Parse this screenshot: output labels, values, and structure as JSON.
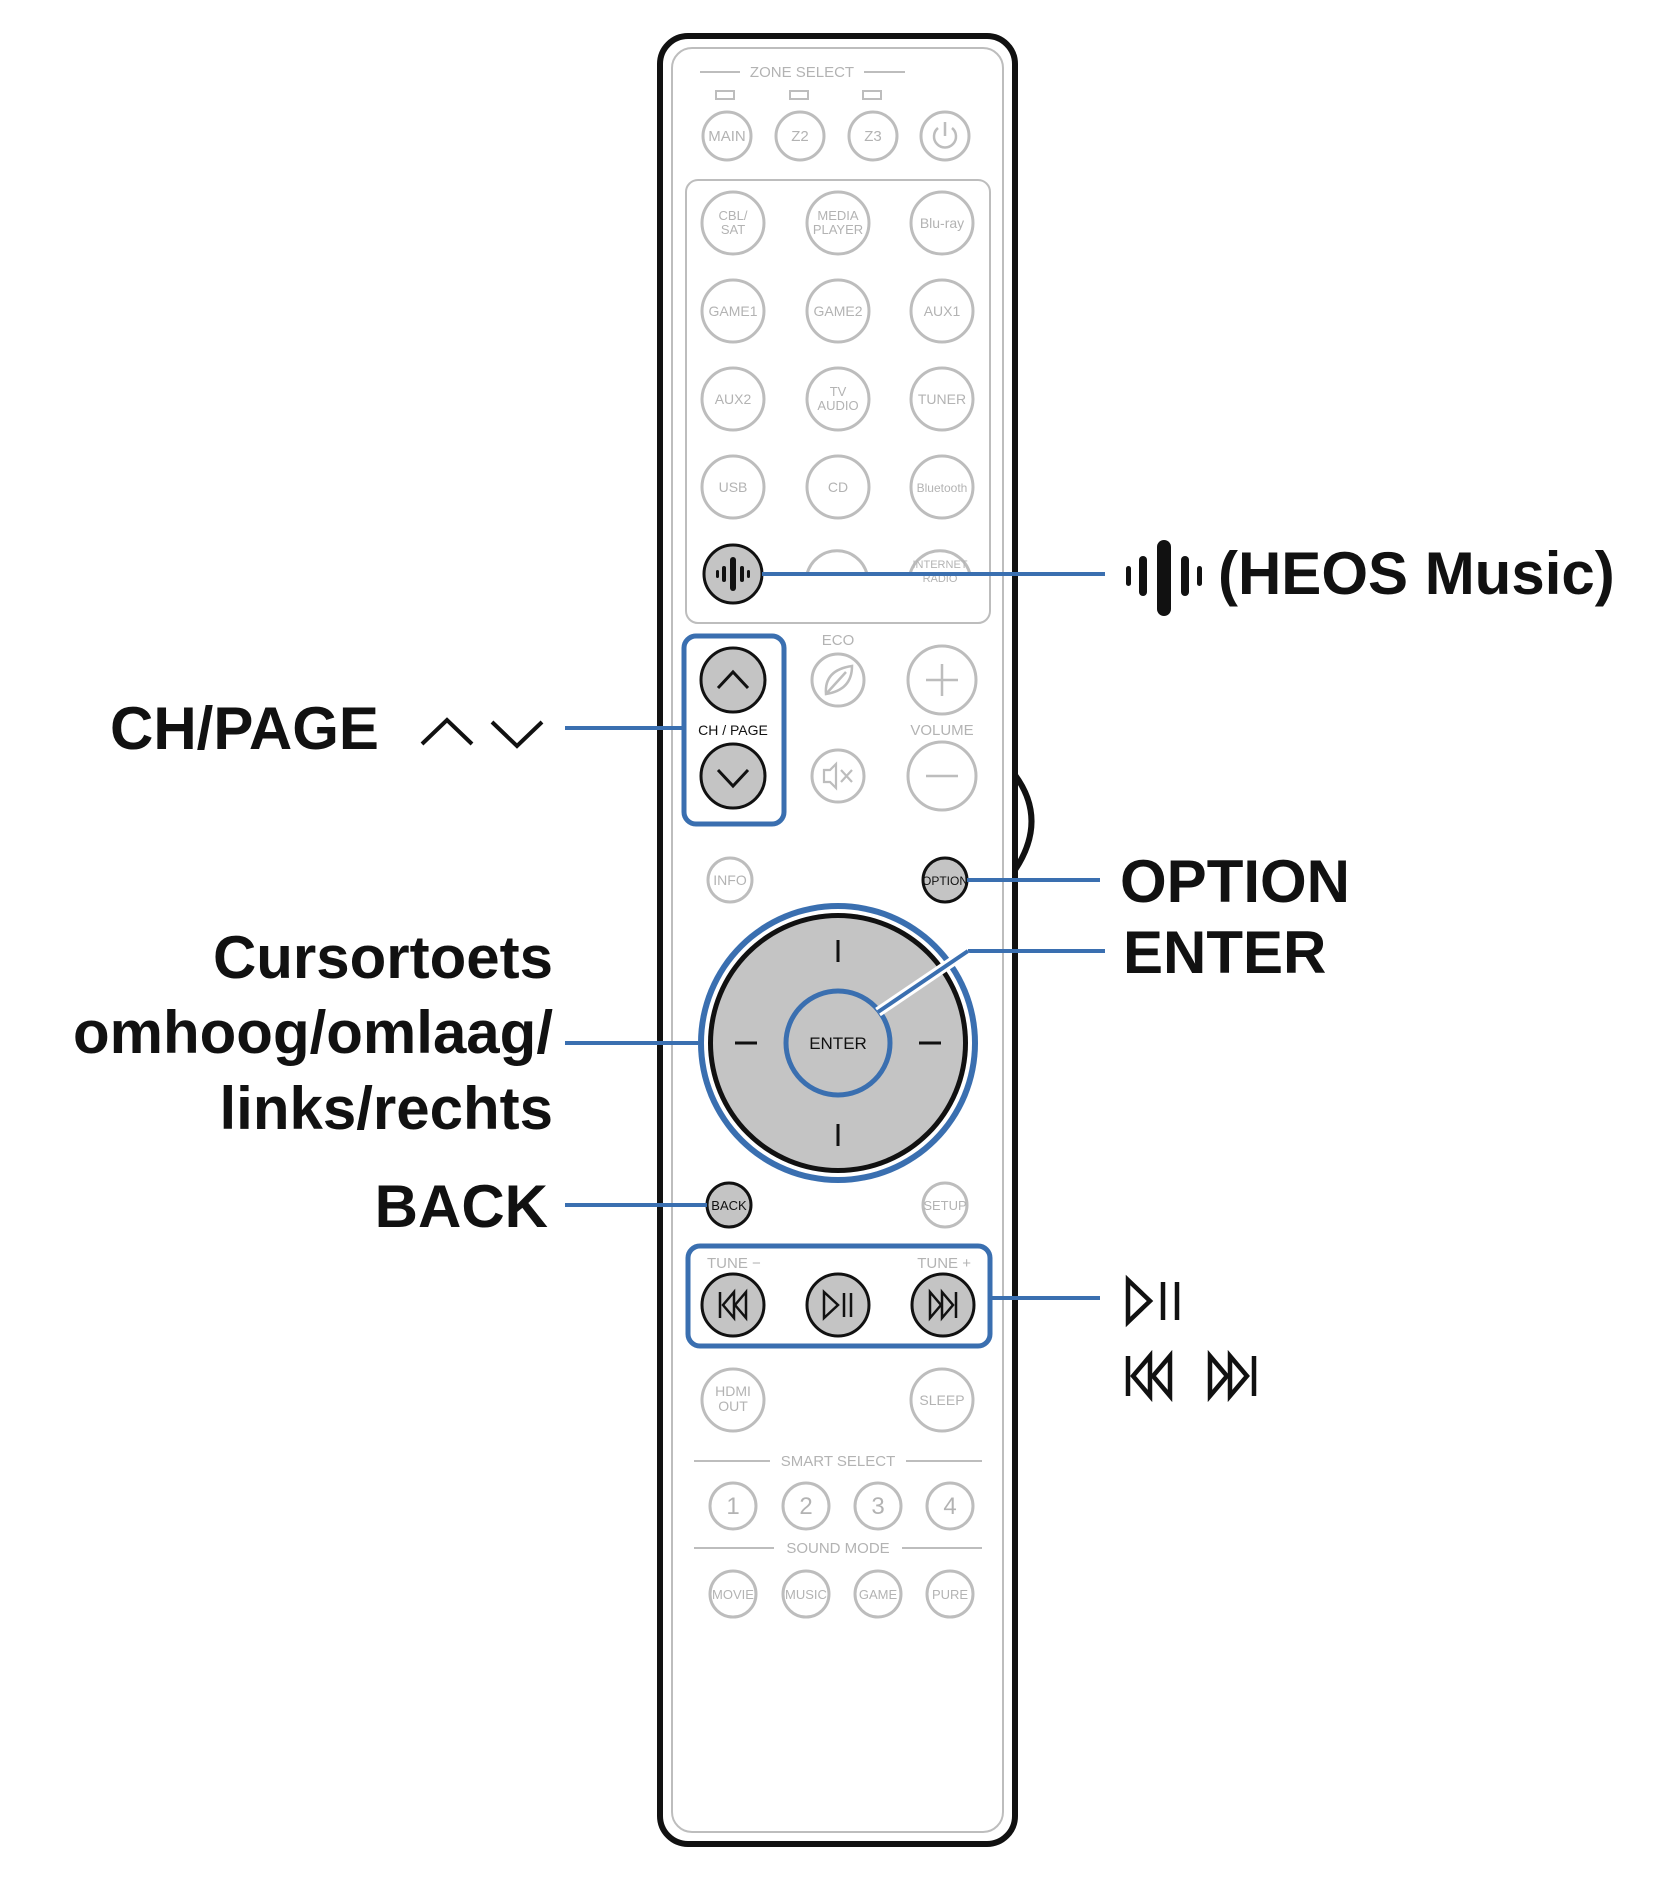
{
  "remote": {
    "zone_select": "ZONE SELECT",
    "zone_buttons": [
      "MAIN",
      "Z2",
      "Z3"
    ],
    "source_rows": [
      [
        [
          "CBL/",
          "SAT"
        ],
        [
          "MEDIA",
          "PLAYER"
        ],
        [
          "Blu-ray"
        ]
      ],
      [
        [
          "GAME1"
        ],
        [
          "GAME2"
        ],
        [
          "AUX1"
        ]
      ],
      [
        [
          "AUX2"
        ],
        [
          "TV",
          "AUDIO"
        ],
        [
          "TUNER"
        ]
      ],
      [
        [
          "USB"
        ],
        [
          "CD"
        ],
        [
          "Bluetooth"
        ]
      ]
    ],
    "internet_radio": [
      "INTERNET",
      "RADIO"
    ],
    "eco": "ECO",
    "volume": "VOLUME",
    "ch_page": "CH / PAGE",
    "info": "INFO",
    "option": "OPTION",
    "enter": "ENTER",
    "back": "BACK",
    "setup": "SETUP",
    "tune_minus": "TUNE −",
    "tune_plus": "TUNE +",
    "hdmi_out": [
      "HDMI",
      "OUT"
    ],
    "sleep": "SLEEP",
    "smart_select": "SMART SELECT",
    "smart_buttons": [
      "1",
      "2",
      "3",
      "4"
    ],
    "sound_mode": "SOUND MODE",
    "sound_buttons": [
      "MOVIE",
      "MUSIC",
      "GAME",
      "PURE"
    ]
  },
  "callouts": {
    "heos_music": "(HEOS Music)",
    "ch_page": "CH/PAGE",
    "option": "OPTION",
    "enter": "ENTER",
    "cursor": [
      "Cursortoets",
      "omhoog/omlaag/",
      "links/rechts"
    ],
    "back": "BACK"
  },
  "colors": {
    "highlight": "#3a6fb0",
    "button_fill": "#c4c4c4",
    "faded": "#b3b3b3",
    "outline": "#111111"
  }
}
